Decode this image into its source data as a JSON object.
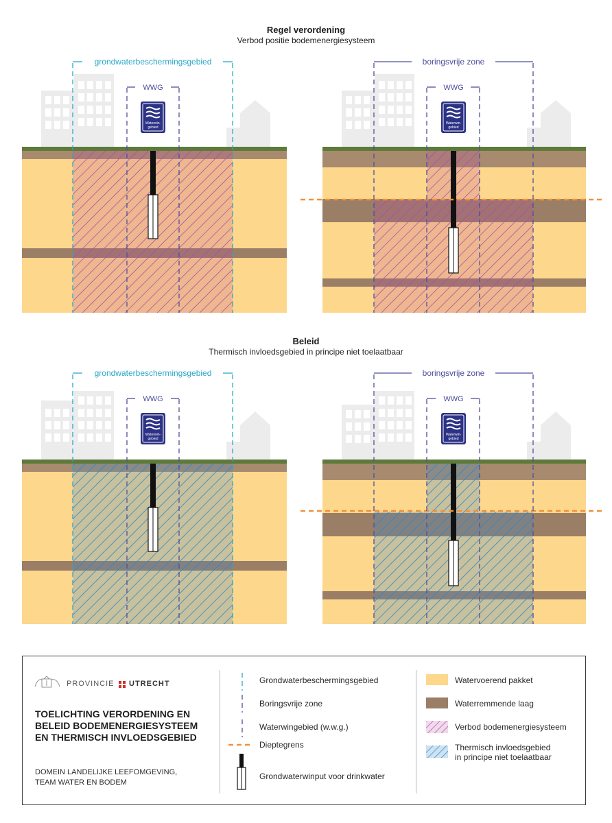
{
  "sections": [
    {
      "title": "Regel verordening",
      "subtitle": "Verbod positie bodemenergiesysteem"
    },
    {
      "title": "Beleid",
      "subtitle": "Thermisch invloedsgebied in principe niet toelaatbaar"
    }
  ],
  "labels": {
    "gbg": "grondwaterbeschermingsgebied",
    "bvz": "boringsvrije zone",
    "wwg": "WWG",
    "sign_line1": "Waterwin-",
    "sign_line2": "gebied"
  },
  "legend": {
    "org_name": "PROVINCIE",
    "org_name2": "UTRECHT",
    "doc_title_line1": "TOELICHTING VERORDENING EN",
    "doc_title_line2": "BELEID BODEMENERGIESYSTEEM",
    "doc_title_line3": "EN THERMISCH INVLOEDSGEBIED",
    "domain_line1": "DOMEIN LANDELIJKE LEEFOMGEVING,",
    "domain_line2": "TEAM WATER EN BODEM",
    "items": {
      "gbg": "Grondwaterbeschermingsgebied",
      "bvz": "Boringsvrije zone",
      "wwg": "Waterwingebied (w.w.g.)",
      "diepte": "Dieptegrens",
      "winput": "Grondwaterwinput voor drinkwater",
      "aquifer": "Watervoerend pakket",
      "aquitard": "Waterremmende laag",
      "verbod": "Verbod bodemenergiesysteem",
      "thermisch1": "Thermisch invloedsgebied",
      "thermisch2": "in principe niet toelaatbaar"
    }
  },
  "colors": {
    "aquifer": "#fdd78c",
    "aquitard": "#9b7e66",
    "grass": "#5e7a3a",
    "topsoil": "#a88b6e",
    "gbg": "#2aa7c9",
    "bvz": "#4d4f9c",
    "diepte": "#f0913a",
    "verbod": "#b44aa0",
    "thermisch": "#3d8ac9",
    "building": "#ececec",
    "sign": "#2c3285"
  }
}
